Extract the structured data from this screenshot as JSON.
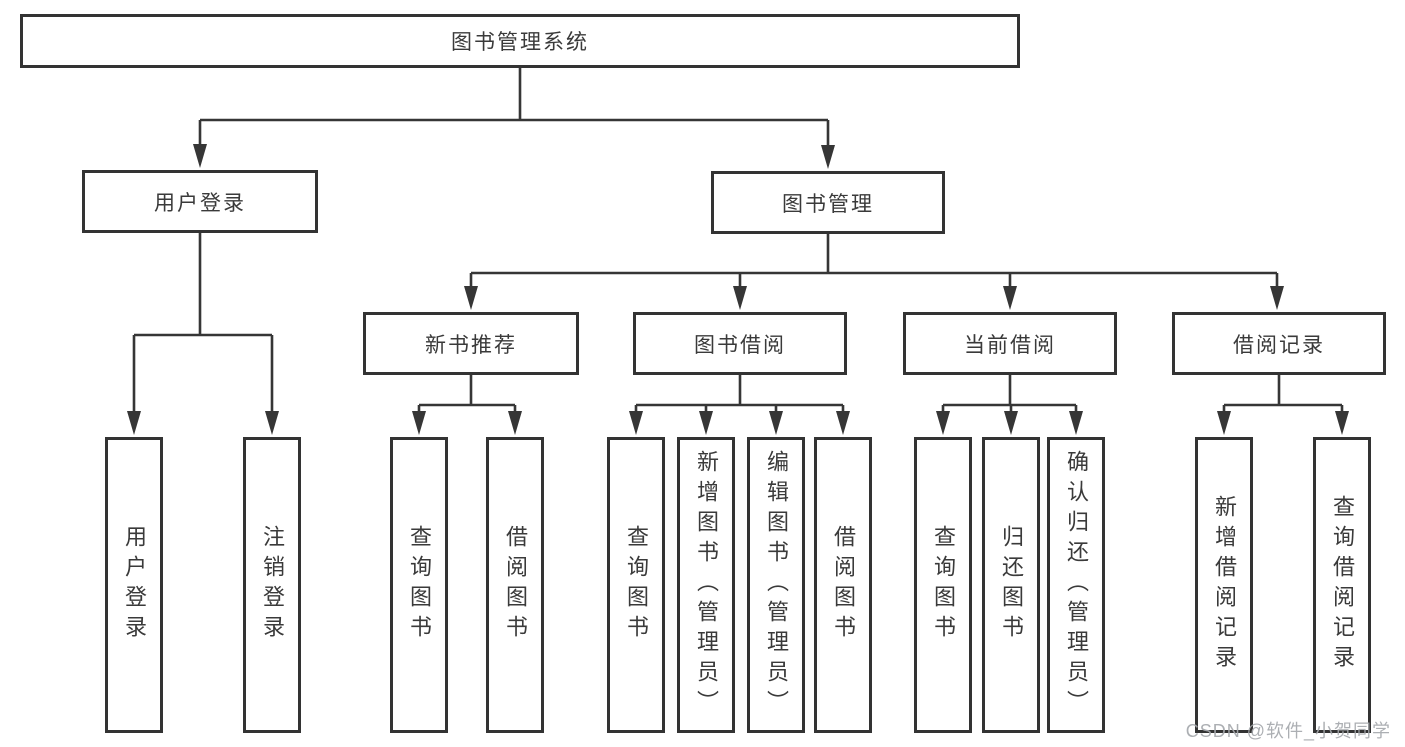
{
  "colors": {
    "line": "#363636",
    "border": "#333333",
    "text": "#3a3a3a",
    "watermark": "#a6a9ad",
    "background": "#ffffff"
  },
  "watermark": "CSDN @软件_小贺同学",
  "tree": {
    "root": "图书管理系统",
    "branches": [
      {
        "label": "用户登录",
        "leaves": [
          "用户登录",
          "注销登录"
        ]
      },
      {
        "label": "图书管理",
        "subbranches": [
          {
            "label": "新书推荐",
            "leaves": [
              "查询图书",
              "借阅图书"
            ]
          },
          {
            "label": "图书借阅",
            "leaves": [
              "查询图书",
              "新增图书（管理员）",
              "编辑图书（管理员）",
              "借阅图书"
            ]
          },
          {
            "label": "当前借阅",
            "leaves": [
              "查询图书",
              "归还图书",
              "确认归还（管理员）"
            ]
          },
          {
            "label": "借阅记录",
            "leaves": [
              "新增借阅记录",
              "查询借阅记录"
            ]
          }
        ]
      }
    ]
  }
}
